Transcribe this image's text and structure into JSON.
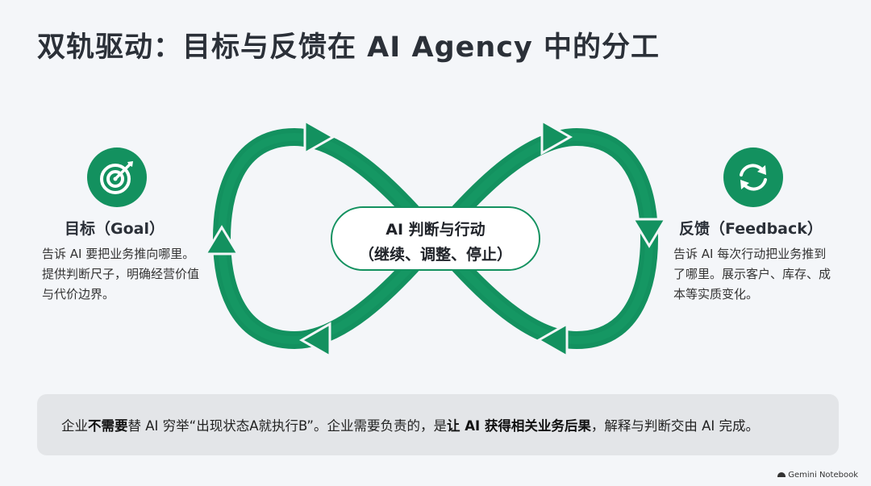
{
  "title": "双轨驱动：目标与反馈在 AI Agency 中的分工",
  "center": {
    "line1": "AI 判断与行动",
    "line2": "（继续、调整、停止）"
  },
  "goal": {
    "icon": "target-icon",
    "title": "目标（Goal）",
    "desc": "告诉 AI 要把业务推向哪里。提供判断尺子，明确经营价值与代价边界。"
  },
  "feedback": {
    "icon": "refresh-icon",
    "title": "反馈（Feedback）",
    "desc": "告诉 AI 每次行动把业务推到了哪里。展示客户、库存、成本等实质变化。"
  },
  "bottom": {
    "p1": "企业",
    "b1": "不需要",
    "p2": "替 AI 穷举“出现状态A就执行B”。企业需要负责的，是",
    "b2": "让 AI 获得相关业务后果",
    "p3": "，解释与判断交由 AI 完成。"
  },
  "watermark": "Gemini Notebook",
  "colors": {
    "accent": "#13915f",
    "background": "#f4f6f9",
    "note_box": "#e3e5e8"
  }
}
